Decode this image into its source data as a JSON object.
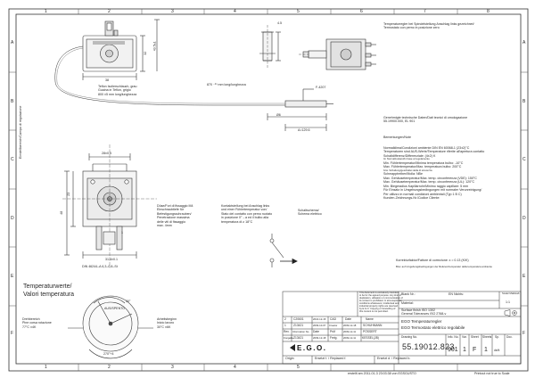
{
  "frame": {
    "col_numbers": [
      "1",
      "2",
      "3",
      "4",
      "5",
      "6",
      "7",
      "8"
    ],
    "row_letters": [
      "A",
      "B",
      "C",
      "D",
      "E",
      "F"
    ]
  },
  "dims": {
    "dim_38": "38",
    "dim_32": "32",
    "dim_43": "43.5±1",
    "dim_870": "870 ⁻²⁰ mm long/lunghezza",
    "dim_f4207": "F-4207",
    "dim_d6": "Ø6",
    "dim_a129": "A=129.6",
    "dim_45": "4.5",
    "dim_28": "28±0.5",
    "dim_1": "1",
    "dim_bottom_width": "270°±4",
    "dim_mount": "31.4±0.1",
    "dim_side": "48",
    "dim_bushing": "Ø3.1",
    "dim_h1": "8",
    "dim_h2": "23",
    "dim_shaft": "22.4",
    "dim_din": "DIN 46244–A 6,3–0,8–St",
    "dim_angle1": "30°",
    "dim_angle2": "270°+4"
  },
  "notes": {
    "sheath_note": [
      "Teflon Isolierschlauch, grau",
      "Guaina in Teflon, grigio",
      "800 ±5 mm long/lunghezza"
    ],
    "holes_note": [
      "Düse/Fori di fissaggio M4",
      "Einschraubtiefe für",
      "Befestigungsschrauben/",
      "Penetrazione massima",
      "delle viti di fissaggio",
      "max. 4mm"
    ],
    "contact_note": [
      "Kontaktstellung bei Anschlag links",
      "und einer Fühlertemperatur von/",
      "Stato del contatto con perno ruotato",
      "in posizione 0°→a ed il bulbo alla",
      "temperatura di ≥ 18°C"
    ],
    "schematic_label": [
      "Schaltschema/",
      "Schema elettrico"
    ],
    "vertical_label": "Einstellbereich/Campo di regolazione",
    "top_right": [
      "Temperaturregler bei Spindelstellung Anschlag links gezeichnet/",
      "Termostato con perno in posizione zero"
    ],
    "approvals": [
      "Genehmigte technische Daten/Dati tecnici di omologazione",
      "55.19900.000, EL 901"
    ],
    "remarks_title": "Bemerkungen/Note",
    "remarks": [
      "Normalklima/Condizioni ambiente DIN EN 60068-1 (23±2)°C",
      "Temperaturen sind AUS-Werte/Temperature riferite all'apertura contatto",
      "Schaltdifferenz/Differenziale: (4±2) K",
      "Im Normalzustand/in base al regolamento",
      "Min. Fühlertemperatur/Minima temperatura bulbo:    -10°C",
      "Max. Fühlertemperatur/Max. temperatura bulbo:    200°C",
      "bzw. Schaltung/geschaltet della di sicurezza",
      "Schmapptreiber/Molla: NBe",
      "Max. Gehäusetemperatur/Max. temp. circonferenza (VDE):  150°C",
      "Max. Gehäusetemperatur/Max. temp. circonferenza (UL):    120°C",
      "Min. Biegeradius Kapillarrohr/Minimo raggio capillare: 5 mm",
      "Für Einsatz in Umgebungsbedingungen mit normaler Verunreinigung/",
      "Per utilizzo in normali condizioni ambientali (Typ 1 B C)",
      "Kunden-Zeichnungs-Nr./Codice Cliente:"
    ],
    "correction": "Korrekturfaktor/Fattore di correzione: ε = 0.13 (K/K)",
    "correction_sub": "Bzw. auf Umgebungsbedingungen der Referenztemperatur della temperatura ambiente"
  },
  "dial": {
    "title": [
      "Temperaturwerte/",
      "Valori temperatura"
    ],
    "center_label": [
      "AUS/SPENTO"
    ],
    "left_label": [
      "Drehbereich",
      "Pine corsa rotazione",
      "77°C ±4K"
    ],
    "right_label": [
      "Arbeitsbeginn",
      "Inizio lavoro",
      "30°C ±6K"
    ],
    "top_angle": "30°",
    "bottom_angle": "270°+4"
  },
  "title_block": {
    "legal_note": [
      "This document is exclusively intended",
      "to be for the agreed purpose. Any kind of",
      "duplication, utilisation or communication of",
      "its content is prohibited. In all exceptional",
      "conditions whatsoever, intellectual and",
      "industrial property rights are reserved",
      "by E.G.O. Copying or forwarding of",
      "this content is not permitted."
    ],
    "blank_no_label": "Blank Nr.:",
    "en_label": "EN Nichts:",
    "material_label": "Material:",
    "scale_label": "Scale/ Maßstab",
    "scale_value": "1:1",
    "tolerance_label": "Surface finish ISO 1302",
    "tolerance_value": "General Tolerances ISO 2768-v",
    "revision_rows": [
      {
        "zone": "2",
        "change": "C20601",
        "date": "2016-12-15",
        "by": "CAD",
        "x": "Date",
        "name": "Name"
      },
      {
        "zone": "1",
        "change": "Z13421",
        "date": "2009-10-07",
        "by": "Creator",
        "x": "2009-12-18",
        "name": "SCHUHMANN"
      },
      {
        "zone": "Rev.",
        "change": "Information No.",
        "date": "Date",
        "by": "Prüf",
        "x": "2009-12-11",
        "name": "PÖSSERT"
      },
      {
        "zone": "Freigabe",
        "change": "Z13421",
        "date": "2009-12-18",
        "by": "Freig.",
        "x": "2009-12-11",
        "name": "KESSEL(JB)"
      }
    ],
    "title_de": "EGO Temperaturregler",
    "title_it": "EGO Termostato elettrico regolabile",
    "drawing_no_label": "Drawing No.",
    "drawing_no": "55.19012.823",
    "info_label": "Info. No.",
    "info_value": "901",
    "var_label": "Var.",
    "var_value": "1",
    "sheet_label": "Sheet",
    "sheet_value": "F",
    "sheets_label": "Sheets",
    "sheets_value": "1",
    "doc_label": "Doc.",
    "lang_label": "Sp.",
    "lang_value": "de/it",
    "origin_label": "Origin",
    "replaced_label": "Ersetzt f. / Replaced f.",
    "replaces_label": "Ersetzt d. / Replaced b.",
    "logo": "E.G.O.",
    "footer_printed": "erstellt am 2011-01-3 23:03:38 von EGSGUSTO",
    "footer_note": "Printout not true to Scale"
  }
}
